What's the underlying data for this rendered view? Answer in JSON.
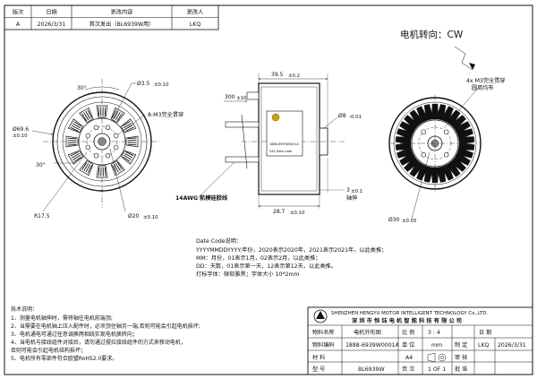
{
  "revision_table": {
    "headers": [
      "版次",
      "日期",
      "更改内容",
      "更改人"
    ],
    "rows": [
      [
        "A",
        "2026/3/31",
        "首次发出（BL6939W用）",
        "LKQ"
      ]
    ]
  },
  "rotation": {
    "label": "电机转向：CW"
  },
  "front_view": {
    "labels": {
      "angle_top": "30°",
      "angle_side": "30°",
      "dia_hole": "Ø3.5",
      "dia_hole_tol": "±0.10",
      "through_holes": "8-M3完全贯穿",
      "dia_outer": "Ø69.6",
      "dia_outer_tol": "±0.10",
      "radius": "R17.5",
      "dia_inner": "Ø20",
      "dia_inner_tol": "±0.10"
    }
  },
  "side_view": {
    "labels": {
      "width": "39.5",
      "width_tol": "±0.2",
      "lead_len": "300",
      "lead_tol": "±10",
      "shaft_dia": "Ø8",
      "shaft_tol": "-0.01",
      "wire": "14AWG 航模硅胶线",
      "shaft_ext": "3",
      "shaft_ext_tol": "±0.1",
      "shaft_name": "轴伸",
      "body_len": "28.7",
      "body_len_tol": "±0.10",
      "nameplate_lines": [
        "1888-6939W0001A",
        "24V Date code"
      ]
    }
  },
  "rear_view": {
    "labels": {
      "holes": "4x M3完全贯穿",
      "holes_note": "圆周均布",
      "dia": "Ø30",
      "dia_tol": "±0.05"
    }
  },
  "date_code": {
    "title": "Date Code说明：",
    "lines": [
      "YYYYMMDDYYYY:年份，2020表示2020年，2021表示2021年，以此类推；",
      "MM：月份，01表示1月，02表示2月，以此类推；",
      "DD：天数，01表示第一天，12表示第12天，以此类推。",
      "打标字体：微软雅黑；字体大小 10*2mm"
    ]
  },
  "notes": {
    "title": "技术说明：",
    "lines": [
      "1、测量电机轴伸时，需将轴往电机前端顶;",
      "2、当需要在电机轴上压入配件时，必须顶住轴另一端,否则可能会引起电机损坏;",
      "3、电机通电可通过任意调换两相线实现电机换转向；",
      "4、当电机与接线组件对接后，请勿通过摆拉接线组件的方式来移动电机，",
      "    否则可能会引起电机结构损坏；",
      "5、电机所有零部件符合欧盟RoHS2.0要求。"
    ]
  },
  "title_block": {
    "company_cn": "深 圳 市 恒 钰 电 机 智 能 科 技 有 限 公 司",
    "company_en": "SHENZHEN HENGYU MOTOR INTELLIGENT TECHNOLOGY Co.,LTD.",
    "rows": [
      [
        {
          "text": "物料名称"
        },
        {
          "text": "电机外形图"
        },
        {
          "text": "比 例"
        },
        {
          "text": "3 : 4"
        },
        {
          "text": "日 期"
        },
        {
          "text": ""
        }
      ],
      [
        {
          "text": "物料编码"
        },
        {
          "text": "1888-6939W0001A"
        },
        {
          "text": "单 位"
        },
        {
          "text": "mm"
        },
        {
          "text": "制 定"
        },
        {
          "text": "LKQ"
        },
        {
          "text": "2026/3/31"
        }
      ],
      [
        {
          "text": "材    料"
        },
        {
          "text": ""
        },
        {
          "text": "A4"
        },
        {
          "text": ""
        },
        {
          "text": "审 核"
        },
        {
          "text": ""
        },
        {
          "text": ""
        }
      ],
      [
        {
          "text": "型    号"
        },
        {
          "text": "BL6939W"
        },
        {
          "text": "页 次"
        },
        {
          "text": "1 OF 1"
        },
        {
          "text": "批 准"
        },
        {
          "text": ""
        },
        {
          "text": ""
        }
      ]
    ]
  }
}
